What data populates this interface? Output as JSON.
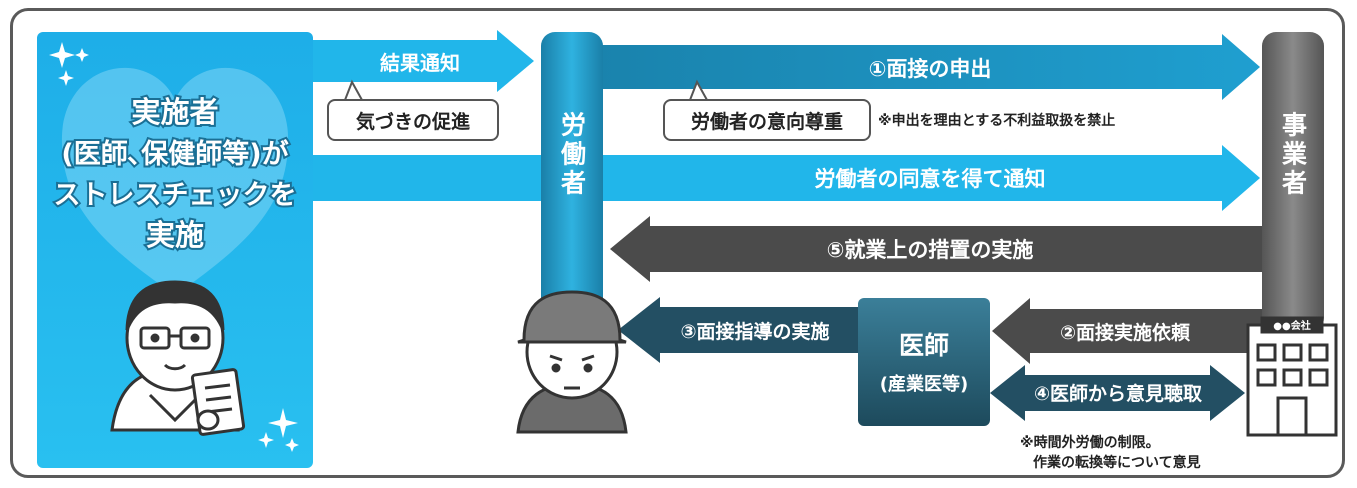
{
  "implementer": {
    "line1": "実施者",
    "line2": "(医師､保健師等)が",
    "line3": "ストレスチェックを",
    "line4": "実施"
  },
  "worker": {
    "label": "労働者"
  },
  "employer": {
    "label": "事業者"
  },
  "doctor": {
    "line1": "医師",
    "line2": "(産業医等)"
  },
  "company_building": {
    "sign": "●●会社"
  },
  "arrows": {
    "result_notice": "結果通知",
    "interview_request": "①面接の申出",
    "consent_notice": "労働者の同意を得て通知",
    "measures": "⑤就業上の措置の実施",
    "interview_guidance": "③面接指導の実施",
    "interview_commission": "②面接実施依頼",
    "opinion_hearing": "④医師から意見聴取"
  },
  "callouts": {
    "awareness": "気づきの促進",
    "respect": "労働者の意向尊重"
  },
  "notes": {
    "prohibition": "※申出を理由とする不利益取扱を禁止",
    "opinion_line1": "※時間外労働の制限。",
    "opinion_line2": "作業の転換等について意見"
  },
  "colors": {
    "light_blue": "#21b6ea",
    "teal": "#1c8fb8",
    "dark_gray": "#4b4b4b",
    "doctor_box": "#2a5d72"
  }
}
